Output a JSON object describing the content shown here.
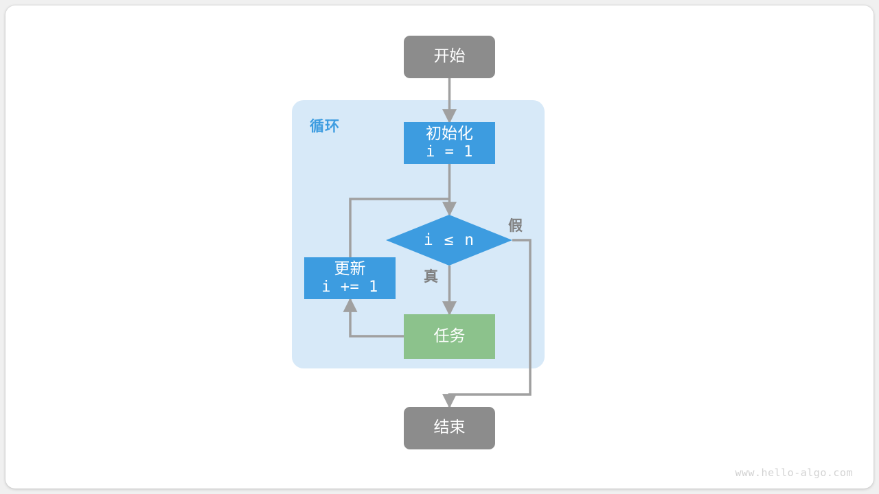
{
  "diagram": {
    "title": "for-loop-flowchart",
    "watermark": "www.hello-algo.com",
    "colors": {
      "terminal": "#8c8c8c",
      "process": "#3d9ce0",
      "task": "#8cc28c",
      "loop_container": "#d7e9f8",
      "edge": "#a0a0a0",
      "label": "#808080",
      "loop_label": "#3d9ce0",
      "card": "#ffffff",
      "page_bg": "#f0f0f0"
    },
    "nodes": {
      "start": {
        "label": "开始",
        "shape": "terminal"
      },
      "init": {
        "label": "初始化",
        "code": "i = 1",
        "shape": "process"
      },
      "decision": {
        "label": "i ≤ n",
        "shape": "diamond"
      },
      "task": {
        "label": "任务",
        "shape": "process"
      },
      "update": {
        "label": "更新",
        "code": "i += 1",
        "shape": "process"
      },
      "end": {
        "label": "结束",
        "shape": "terminal"
      }
    },
    "group": {
      "label": "循环"
    },
    "edge_labels": {
      "true": "真",
      "false": "假"
    }
  }
}
